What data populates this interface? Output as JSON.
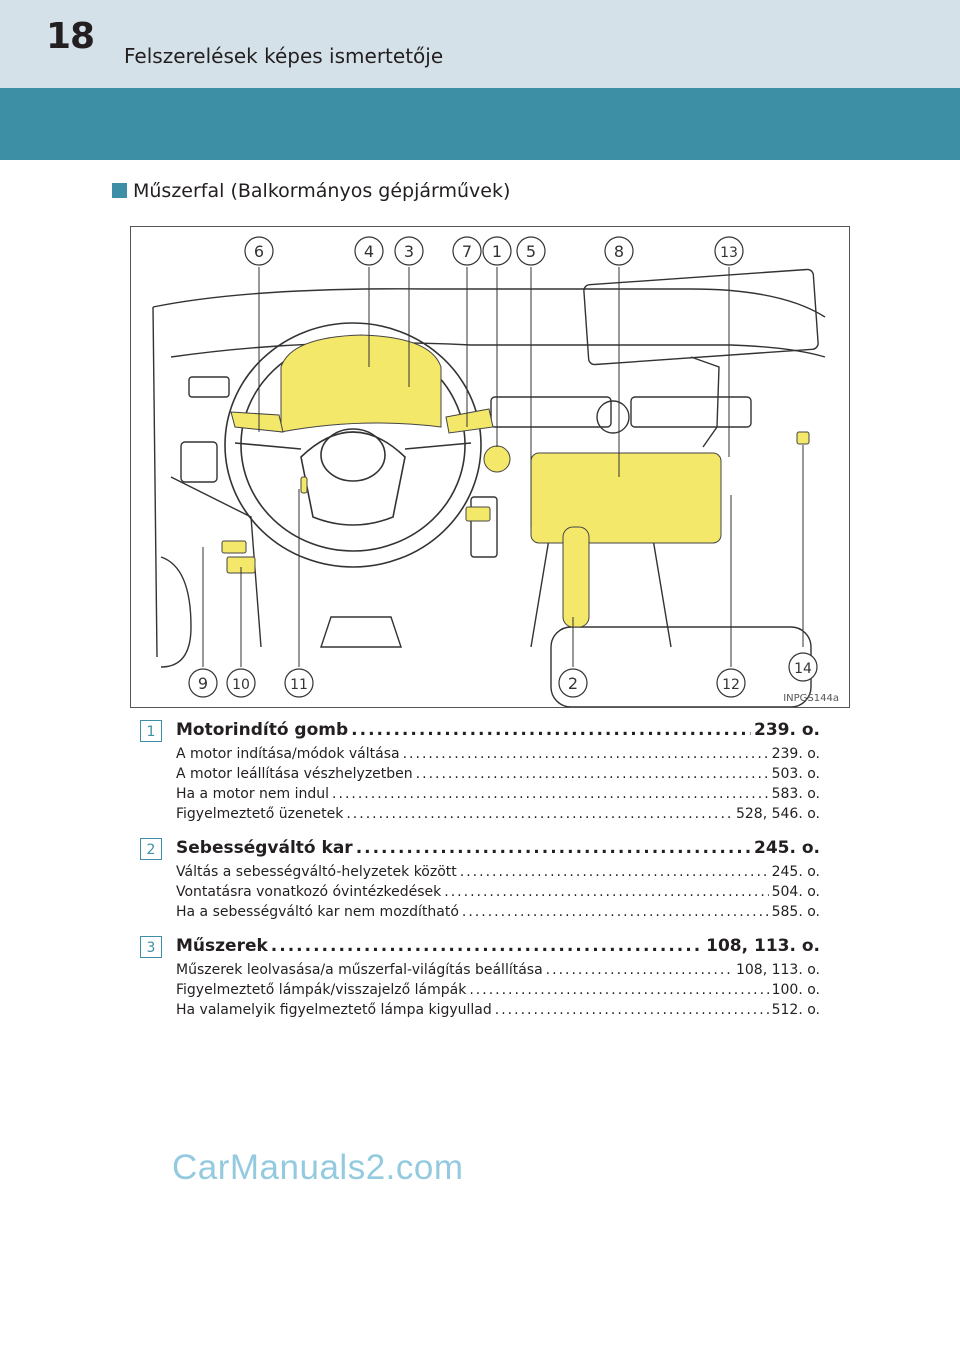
{
  "header": {
    "page_number": "18",
    "title": "Felszerelések képes ismertetője"
  },
  "section": {
    "title": "Műszerfal (Balkormányos gépjárművek)"
  },
  "figure": {
    "code": "INPGS144a",
    "top_callouts": [
      "6",
      "4",
      "3",
      "7",
      "1",
      "5",
      "8",
      "13"
    ],
    "bottom_callouts": [
      "9",
      "10",
      "11",
      "2",
      "12",
      "14"
    ]
  },
  "entries": [
    {
      "num": "1",
      "title": "Motorindító gomb",
      "page": "239. o.",
      "items": [
        {
          "label": "A motor indítása/módok váltása",
          "page": "239. o."
        },
        {
          "label": "A motor leállítása vészhelyzetben",
          "page": "503. o."
        },
        {
          "label": "Ha a motor nem indul",
          "page": "583. o."
        },
        {
          "label": "Figyelmeztető üzenetek",
          "page": "528, 546. o."
        }
      ]
    },
    {
      "num": "2",
      "title": "Sebességváltó kar",
      "page": "245. o.",
      "items": [
        {
          "label": "Váltás a sebességváltó-helyzetek között",
          "page": "245. o."
        },
        {
          "label": "Vontatásra vonatkozó óvintézkedések",
          "page": "504. o."
        },
        {
          "label": "Ha a sebességváltó kar nem mozdítható",
          "page": "585. o."
        }
      ]
    },
    {
      "num": "3",
      "title": "Műszerek",
      "page": "108, 113. o.",
      "items": [
        {
          "label": "Műszerek leolvasása/a műszerfal-világítás beállítása",
          "page": "108, 113. o."
        },
        {
          "label": "Figyelmeztető lámpák/visszajelző lámpák",
          "page": "100. o."
        },
        {
          "label": "Ha valamelyik figyelmeztető lámpa kigyullad",
          "page": "512. o."
        }
      ]
    }
  ],
  "watermark": "CarManuals2.com",
  "colors": {
    "accent": "#3d8fa6",
    "header_light": "#d5e1e8",
    "highlight": "#f3e86a"
  }
}
